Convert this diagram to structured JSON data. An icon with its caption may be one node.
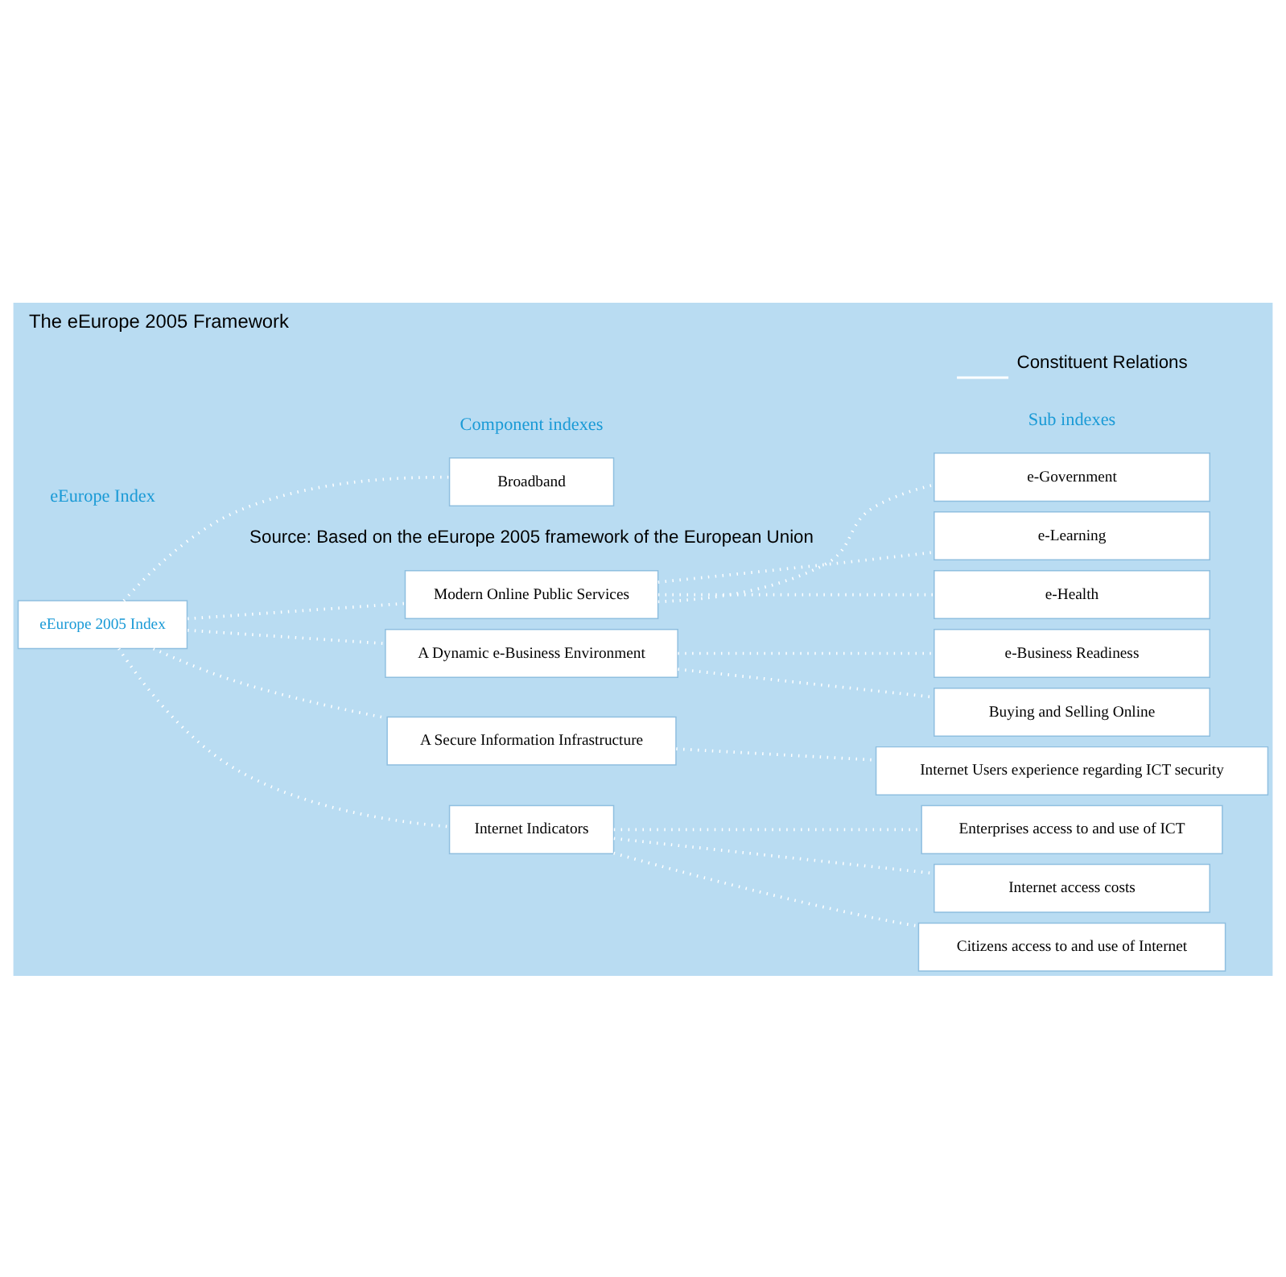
{
  "diagram": {
    "title": "The eEurope 2005 Framework",
    "caption": "Source: Based on the eEurope 2005 framework of the European Union",
    "nodes": [
      {
        "text": [
          "eEurope 2005 Index"
        ]
      },
      {
        "text": [
          "Internet Indicators"
        ]
      },
      {
        "text": [
          "Modern Online Public Services"
        ]
      },
      {
        "text": [
          "A Dynamic e-Business Environment"
        ]
      },
      {
        "text": [
          "A Secure Information Infrastructure"
        ]
      },
      {
        "text": [
          "Broadband"
        ]
      },
      {
        "text": [
          "Citizens access to and use of Internet"
        ]
      },
      {
        "text": [
          "Enterprises access to and use of ICT"
        ]
      },
      {
        "text": [
          "Internet access costs"
        ]
      },
      {
        "text": [
          "e-Government"
        ]
      },
      {
        "text": [
          "e-Learning"
        ]
      },
      {
        "text": [
          "e-Health"
        ]
      },
      {
        "text": [
          "Buying and Selling Online"
        ]
      },
      {
        "text": [
          "e-Business Readiness"
        ]
      },
      {
        "text": [
          "Internet Users experience regarding ICT security"
        ]
      }
    ],
    "edges": [
      {
        "from": 0,
        "to": 1,
        "arrow": "none"
      },
      {
        "from": 0,
        "to": 2,
        "arrow": "none"
      },
      {
        "from": 0,
        "to": 3,
        "arrow": "none"
      },
      {
        "from": 0,
        "to": 4,
        "arrow": "none"
      },
      {
        "from": 0,
        "to": 5,
        "arrow": "none"
      },
      {
        "from": 1,
        "to": 6,
        "arrow": "none"
      },
      {
        "from": 1,
        "to": 7,
        "arrow": "none"
      },
      {
        "from": 1,
        "to": 8,
        "arrow": "none"
      },
      {
        "from": 2,
        "to": 9,
        "arrow": "none"
      },
      {
        "from": 2,
        "to": 10,
        "arrow": "none"
      },
      {
        "from": 2,
        "to": 11,
        "arrow": "none"
      },
      {
        "from": 3,
        "to": 12,
        "arrow": "none"
      },
      {
        "from": 3,
        "to": 13,
        "arrow": "none"
      },
      {
        "from": 4,
        "to": 14,
        "arrow": "none"
      }
    ],
    "labels": [
      "eEurope Index",
      "Component indexes",
      "Sub indexes"
    ],
    "legend": [
      {
        "text": "Constituent Relations"
      }
    ]
  }
}
